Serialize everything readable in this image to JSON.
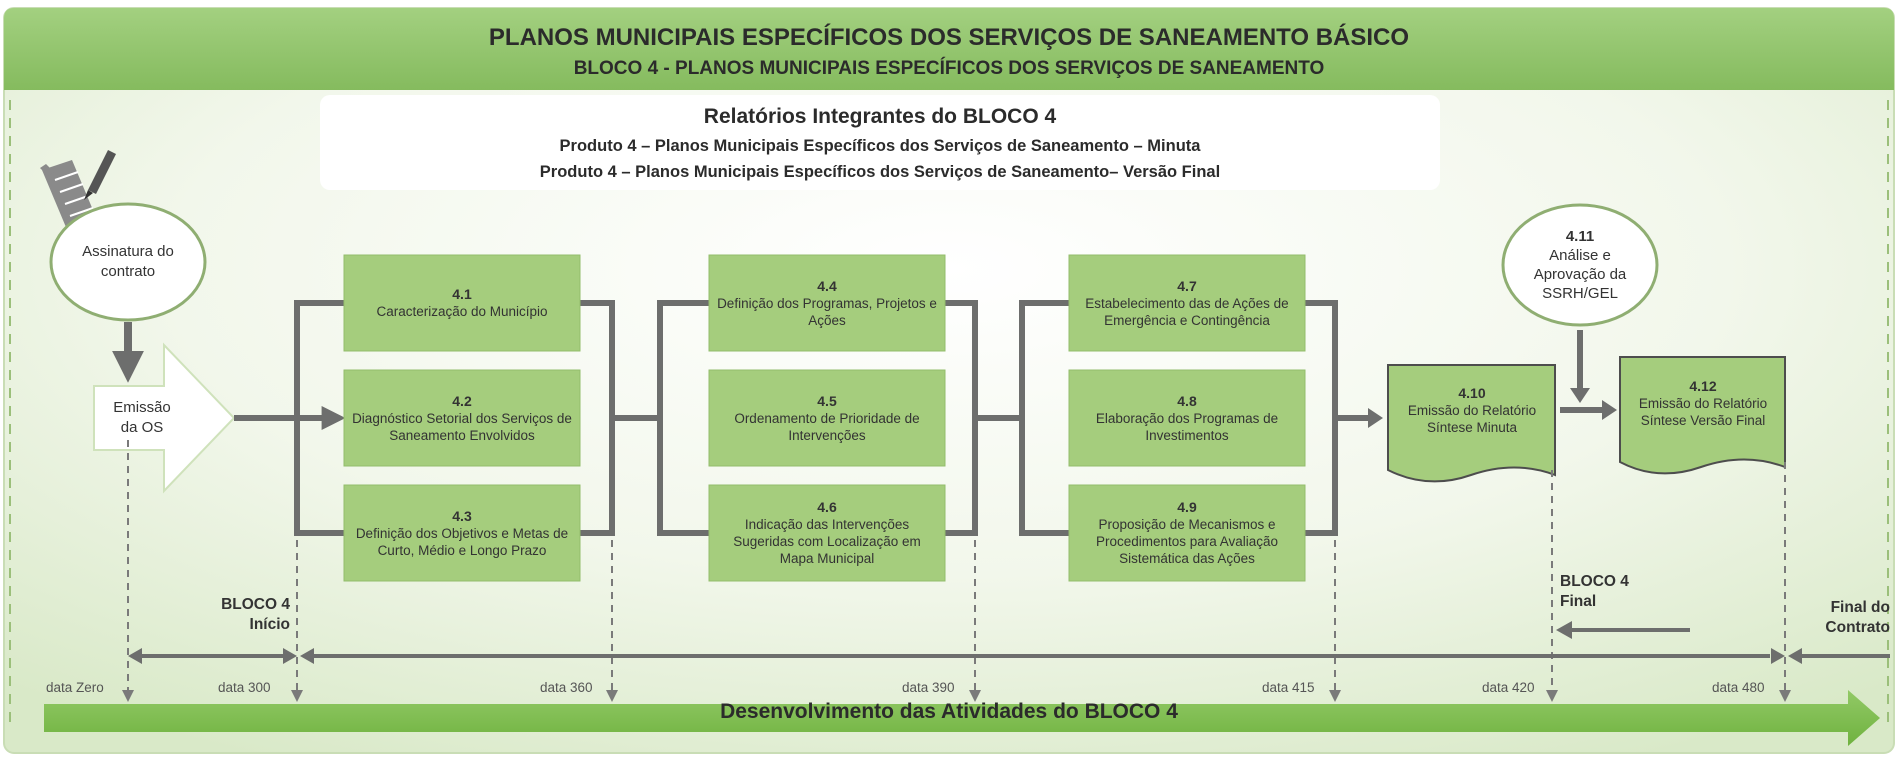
{
  "header": {
    "title": "PLANOS MUNICIPAIS ESPECÍFICOS DOS SERVIÇOS DE SANEAMENTO BÁSICO",
    "subtitle": "BLOCO 4 -  PLANOS MUNICIPAIS ESPECÍFICOS DOS SERVIÇOS DE SANEAMENTO"
  },
  "relatorios": {
    "title": "Relatórios Integrantes do BLOCO 4",
    "line1": "Produto 4 – Planos Municipais Específicos dos Serviços de Saneamento – Minuta",
    "line2": "Produto 4 – Planos Municipais Específicos dos Serviços de Saneamento– Versão Final"
  },
  "start": {
    "contrato": "Assinatura do contrato",
    "emissao_os": "Emissão da OS"
  },
  "activities": [
    {
      "num": "4.1",
      "label": "Caracterização do Município"
    },
    {
      "num": "4.2",
      "label": "Diagnóstico Setorial dos Serviços de Saneamento Envolvidos"
    },
    {
      "num": "4.3",
      "label": "Definição dos Objetivos e Metas de Curto, Médio e Longo Prazo"
    },
    {
      "num": "4.4",
      "label": "Definição dos Programas, Projetos e Ações"
    },
    {
      "num": "4.5",
      "label": "Ordenamento de Prioridade de Intervenções"
    },
    {
      "num": "4.6",
      "label": "Indicação das Intervenções Sugeridas com Localização em Mapa Municipal"
    },
    {
      "num": "4.7",
      "label": "Estabelecimento das de Ações de Emergência e Contingência"
    },
    {
      "num": "4.8",
      "label": "Elaboração dos Programas de Investimentos"
    },
    {
      "num": "4.9",
      "label": "Proposição de Mecanismos e Procedimentos para Avaliação Sistemática das Ações"
    }
  ],
  "docs": [
    {
      "num": "4.10",
      "label": "Emissão do Relatório Síntese Minuta"
    },
    {
      "num": "4.12",
      "label": "Emissão do Relatório Síntese Versão Final"
    }
  ],
  "approval": {
    "num": "4.11",
    "label": "Análise e Aprovação da SSRH/GEL"
  },
  "bloco": {
    "inicio_1": "BLOCO 4",
    "inicio_2": "Início",
    "final_1": "BLOCO 4",
    "final_2": "Final",
    "fim_1": "Final do",
    "fim_2": "Contrato"
  },
  "dates": [
    "data Zero",
    "data 300",
    "data 360",
    "data 390",
    "data 415",
    "data 420",
    "data 480"
  ],
  "bottom": "Desenvolvimento das Atividades do BLOCO 4",
  "colors": {
    "header_green": "#8dc26a",
    "box_green": "#a5cd7d",
    "arrow_gray": "#6d6e6d",
    "bottom_arrow": "#7dbd4c"
  }
}
